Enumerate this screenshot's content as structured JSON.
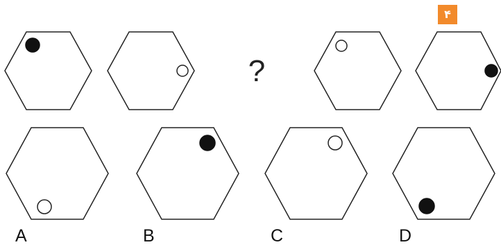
{
  "question": {
    "number": "۴",
    "missing_mark": "?"
  },
  "options": [
    {
      "label": "A"
    },
    {
      "label": "B"
    },
    {
      "label": "C"
    },
    {
      "label": "D"
    }
  ],
  "colors": {
    "badge": "#f28a2b",
    "stroke": "#222222",
    "filled_dot": "#111111",
    "hollow_dot": "#ffffff"
  }
}
